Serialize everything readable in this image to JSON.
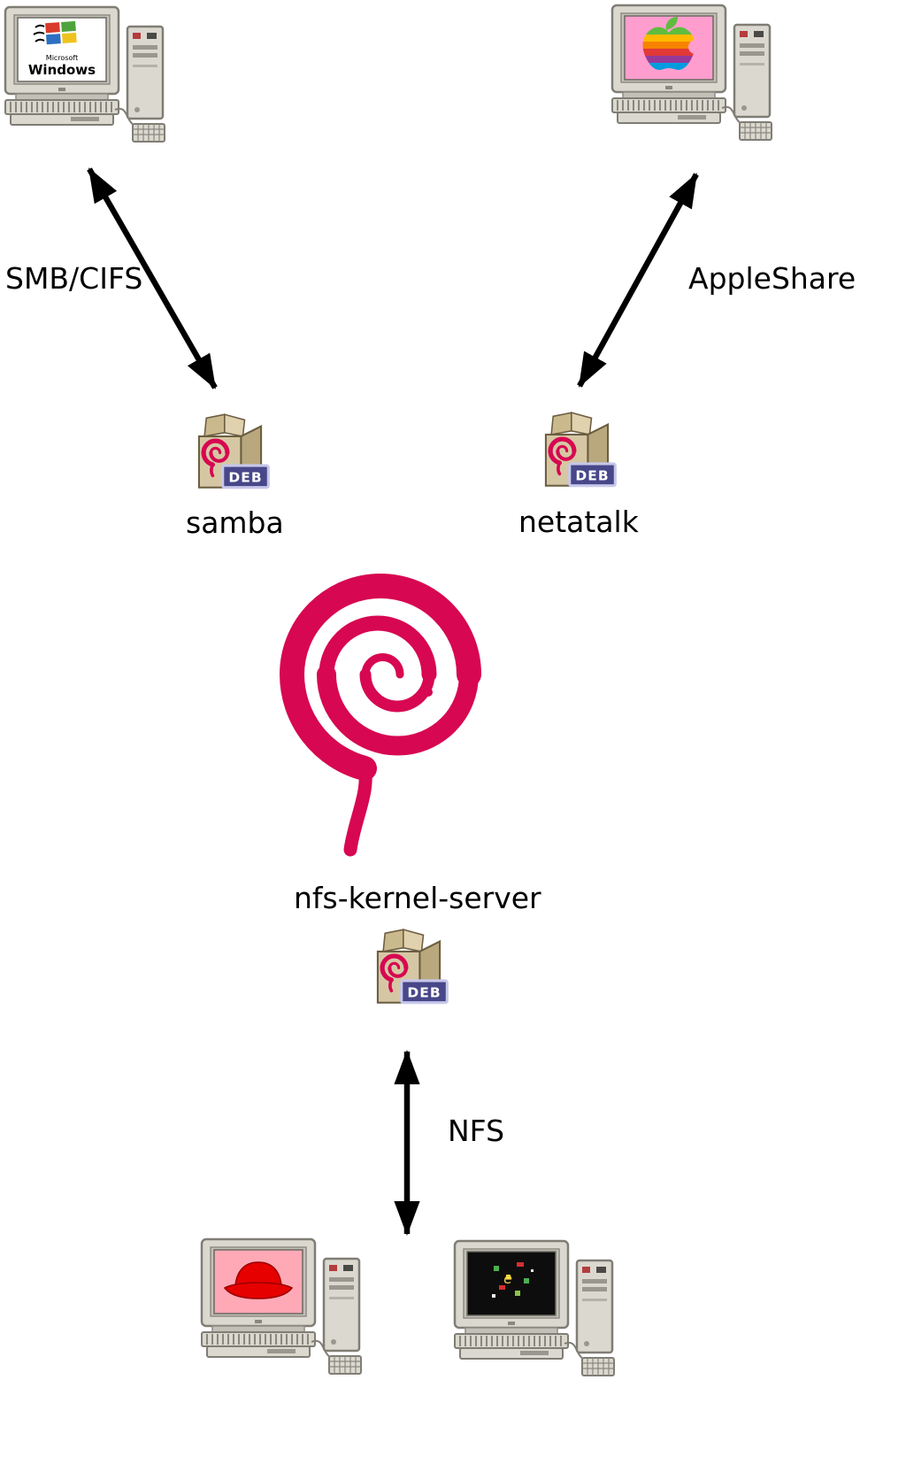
{
  "diagram": {
    "labels": {
      "smb_cifs": "SMB/CIFS",
      "appleshare": "AppleShare",
      "samba": "samba",
      "netatalk": "netatalk",
      "nfs_kernel_server": "nfs-kernel-server",
      "nfs": "NFS"
    },
    "package_badge": "DEB",
    "windows_screen": {
      "brand_top": "Microsoft",
      "brand_bottom": "Windows"
    },
    "unix_screen_glyph": "e",
    "colors": {
      "debian_red": "#d70751",
      "arrow": "#000000",
      "package_tan": "#d6c7a4",
      "mac_screen_pink": "#ff9ece",
      "redhat_screen_pink": "#ffa9b6",
      "badge_blue": "#474789"
    },
    "icons": {
      "windows_computer": "windows-computer-icon",
      "mac_computer": "mac-computer-icon",
      "redhat_computer": "redhat-computer-icon",
      "unix_computer": "unix-computer-icon",
      "samba_package": "deb-package-icon",
      "netatalk_package": "deb-package-icon",
      "nfs_package": "deb-package-icon",
      "debian_logo": "debian-swirl-logo"
    }
  }
}
